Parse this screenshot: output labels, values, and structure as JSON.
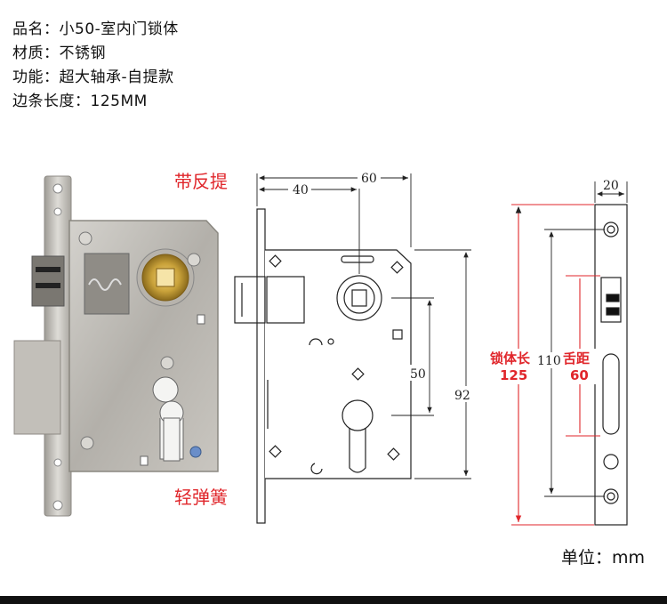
{
  "specs": [
    {
      "label": "品名：",
      "value": "小50-室内门锁体"
    },
    {
      "label": "材质：",
      "value": "不锈钢"
    },
    {
      "label": "功能：",
      "value": "超大轴承-自提款"
    },
    {
      "label": "边条长度：",
      "value": "125MM"
    }
  ],
  "callouts": {
    "top": "带反提",
    "bottom": "轻弹簧"
  },
  "dimensions": {
    "d60": "60",
    "d40": "40",
    "d50": "50",
    "d92": "92",
    "d20": "20",
    "d110": "110",
    "lock_body_label": "锁体长",
    "lock_body_value": "125",
    "latch_label": "舌距",
    "latch_value": "60"
  },
  "unit_text": "单位：mm",
  "colors": {
    "accent_red": "#e0262b",
    "steel": "#b9b6b0",
    "brass": "#c9a23a",
    "line": "#222222"
  }
}
